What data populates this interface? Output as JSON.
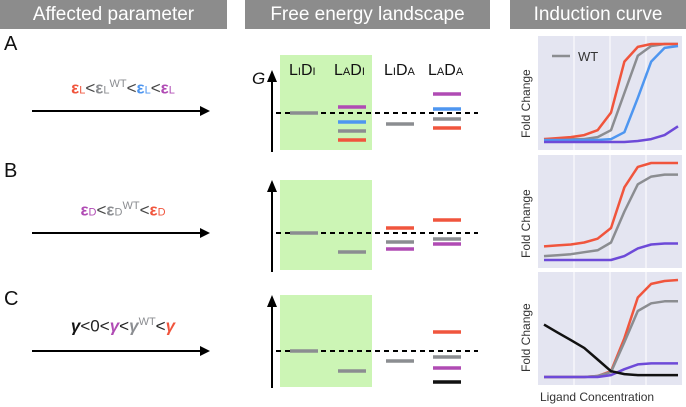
{
  "colors": {
    "header_bg": "#8c8c8c",
    "green": "#ccf5b5",
    "red": "#f0553d",
    "gray": "#8b8d91",
    "blue": "#4e96f0",
    "purple": "#b04bb4",
    "violet": "#6d4ad8",
    "black": "#111111",
    "plot_bg": "#e4e5f1"
  },
  "headers": {
    "affected": "Affected parameter",
    "landscape": "Free energy landscape",
    "induction": "Induction curve"
  },
  "rows": [
    {
      "label": "A"
    },
    {
      "label": "B"
    },
    {
      "label": "C"
    }
  ],
  "landscape": {
    "g_label": "G",
    "states": [
      "LIDI",
      "LADI",
      "LIDA",
      "LADA"
    ]
  },
  "plots": {
    "ylabel": "Fold Change",
    "xlabel": "Ligand Concentration",
    "legend_wt": "WT"
  },
  "chart_data": [
    {
      "type": "line",
      "ylabel": "Fold Change",
      "xlabel": "",
      "legend": "top-left",
      "x": [
        0,
        0.1,
        0.2,
        0.3,
        0.4,
        0.5,
        0.6,
        0.7,
        0.8,
        0.9,
        1.0
      ],
      "series": [
        {
          "name": "WT",
          "color": "#8b8d91",
          "values": [
            0.03,
            0.03,
            0.03,
            0.03,
            0.05,
            0.12,
            0.5,
            0.88,
            0.98,
            1.0,
            1.0
          ]
        },
        {
          "color": "#f0553d",
          "values": [
            0.03,
            0.04,
            0.05,
            0.07,
            0.12,
            0.3,
            0.82,
            0.97,
            1.0,
            1.0,
            1.0
          ]
        },
        {
          "color": "#4e96f0",
          "values": [
            0.02,
            0.02,
            0.02,
            0.02,
            0.02,
            0.03,
            0.1,
            0.45,
            0.82,
            0.96,
            0.98
          ]
        },
        {
          "color": "#6d4ad8",
          "values": [
            0.0,
            0.0,
            0.0,
            0.0,
            0.0,
            0.0,
            0.0,
            0.01,
            0.03,
            0.07,
            0.16
          ]
        }
      ]
    },
    {
      "type": "line",
      "ylabel": "Fold Change",
      "xlabel": "",
      "x": [
        0,
        0.1,
        0.2,
        0.3,
        0.4,
        0.5,
        0.6,
        0.7,
        0.8,
        0.9,
        1.0
      ],
      "series": [
        {
          "color": "#f0553d",
          "values": [
            0.14,
            0.15,
            0.16,
            0.18,
            0.22,
            0.33,
            0.75,
            0.96,
            1.0,
            1.0,
            1.0
          ]
        },
        {
          "color": "#8b8d91",
          "values": [
            0.04,
            0.05,
            0.06,
            0.08,
            0.1,
            0.18,
            0.5,
            0.78,
            0.86,
            0.88,
            0.88
          ]
        },
        {
          "color": "#6d4ad8",
          "values": [
            0.0,
            0.0,
            0.0,
            0.0,
            0.0,
            0.0,
            0.04,
            0.12,
            0.16,
            0.17,
            0.17
          ]
        }
      ]
    },
    {
      "type": "line",
      "ylabel": "Fold Change",
      "xlabel": "Ligand Concentration",
      "x": [
        0,
        0.1,
        0.2,
        0.3,
        0.4,
        0.5,
        0.6,
        0.7,
        0.8,
        0.9,
        1.0
      ],
      "series": [
        {
          "color": "#f0553d",
          "values": [
            0.0,
            0.0,
            0.0,
            0.0,
            0.01,
            0.06,
            0.4,
            0.82,
            0.96,
            0.99,
            1.0
          ]
        },
        {
          "color": "#8b8d91",
          "values": [
            0.0,
            0.0,
            0.0,
            0.0,
            0.01,
            0.05,
            0.36,
            0.68,
            0.76,
            0.78,
            0.78
          ]
        },
        {
          "color": "#6d4ad8",
          "values": [
            0.0,
            0.0,
            0.0,
            0.0,
            0.0,
            0.02,
            0.08,
            0.13,
            0.14,
            0.14,
            0.14
          ]
        },
        {
          "color": "#111111",
          "values": [
            0.54,
            0.46,
            0.38,
            0.3,
            0.18,
            0.06,
            0.03,
            0.02,
            0.02,
            0.02,
            0.02
          ]
        }
      ]
    }
  ]
}
